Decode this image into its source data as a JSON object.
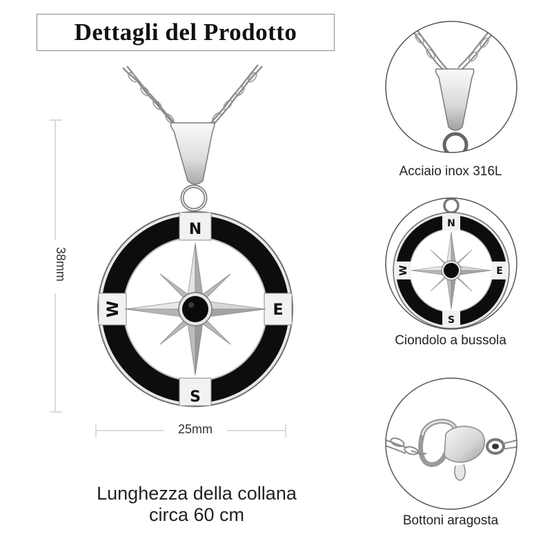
{
  "header": {
    "title": "Dettagli del Prodotto"
  },
  "main_product": {
    "image_alt": "Compass pendant necklace",
    "compass_letters": {
      "north": "N",
      "east": "E",
      "south": "S",
      "west": "W"
    },
    "dimensions": {
      "height_label": "38mm",
      "width_label": "25mm"
    },
    "length_line1": "Lunghezza della collana",
    "length_line2": "circa 60 cm"
  },
  "details": [
    {
      "label": "Acciaio inox 316L",
      "icon": "bail-closeup"
    },
    {
      "label": "Ciondolo a bussola",
      "icon": "compass-closeup"
    },
    {
      "label": "Bottoni aragosta",
      "icon": "lobster-clasp-closeup"
    }
  ],
  "colors": {
    "enamel": "#0d0d0d",
    "silver": "#c9c9c9",
    "silver_light": "#ececec",
    "silver_dark": "#8a8a8a",
    "outline": "#555555",
    "dim_line": "#cfcfcf"
  }
}
